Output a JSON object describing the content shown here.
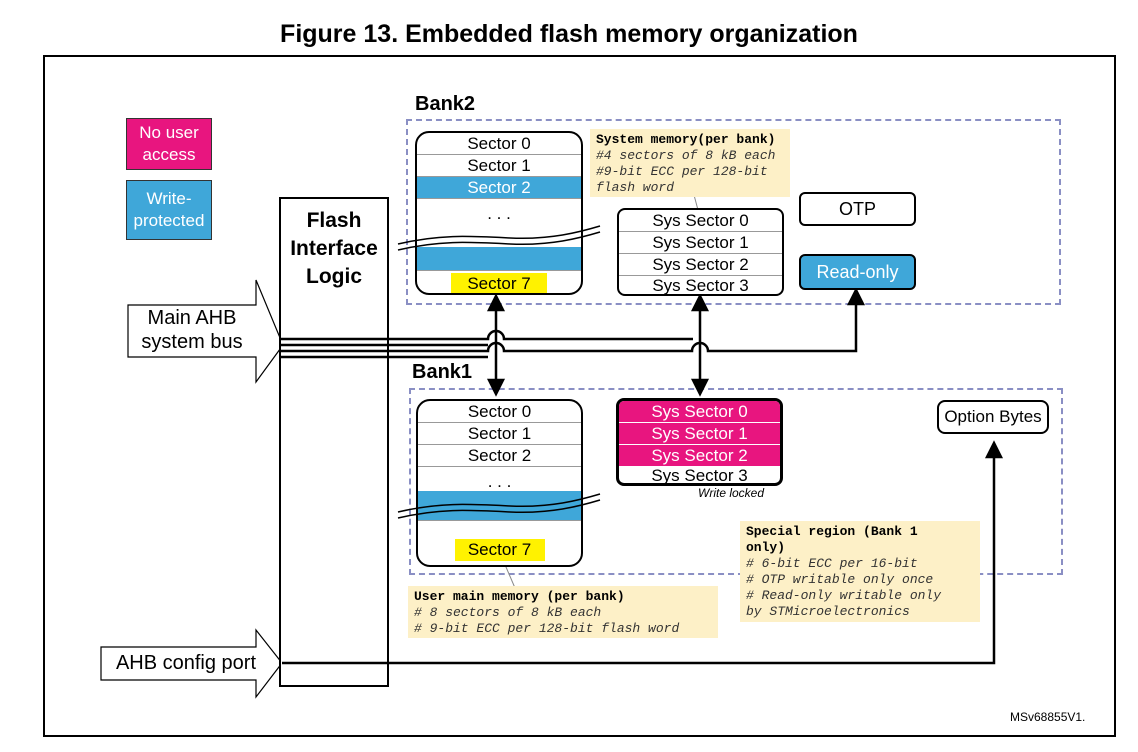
{
  "figure_title": "Figure 13. Embedded flash memory organization",
  "legend": {
    "no_access": "No user access",
    "write_protected": "Write-protected"
  },
  "colors": {
    "magenta": "#e8157f",
    "blue": "#3fa7d9",
    "yellow": "#fff200",
    "note_bg": "#fdf0c7",
    "dash": "#8a8fc4"
  },
  "fil": {
    "line1": "Flash",
    "line2": "Interface",
    "line3": "Logic"
  },
  "ports": {
    "main_ahb_1": "Main AHB",
    "main_ahb_2": "system bus",
    "ahb_config": "AHB config port"
  },
  "bank2": {
    "label": "Bank2",
    "sectors": [
      "Sector 0",
      "Sector 1",
      "Sector 2",
      ". . .",
      "Sector 7"
    ],
    "sys_sectors": [
      "Sys Sector 0",
      "Sys Sector 1",
      "Sys Sector 2",
      "Sys Sector 3"
    ],
    "otp": "OTP",
    "read_only": "Read-only",
    "note": {
      "title": "System memory(per bank)",
      "l1": "#4 sectors of 8 kB each",
      "l2": "#9-bit ECC per 128-bit",
      "l3": "flash word"
    }
  },
  "bank1": {
    "label": "Bank1",
    "sectors": [
      "Sector 0",
      "Sector 1",
      "Sector 2",
      ". . .",
      "Sector 7"
    ],
    "sys_sectors": [
      "Sys Sector 0",
      "Sys Sector 1",
      "Sys Sector 2",
      "Sys Sector 3"
    ],
    "write_locked": "Write locked",
    "option_bytes": "Option Bytes",
    "user_note": {
      "title": "User main memory (per bank)",
      "l1": "# 8 sectors of 8 kB each",
      "l2": "# 9-bit ECC per 128-bit flash word"
    },
    "special_note": {
      "title1": "Special region (Bank 1",
      "title2": "only)",
      "l1": "# 6-bit ECC per 16-bit",
      "l2": "# OTP writable only once",
      "l3": "# Read-only writable only",
      "l4": "by STMicroelectronics"
    }
  },
  "footer_id": "MSv68855V1."
}
